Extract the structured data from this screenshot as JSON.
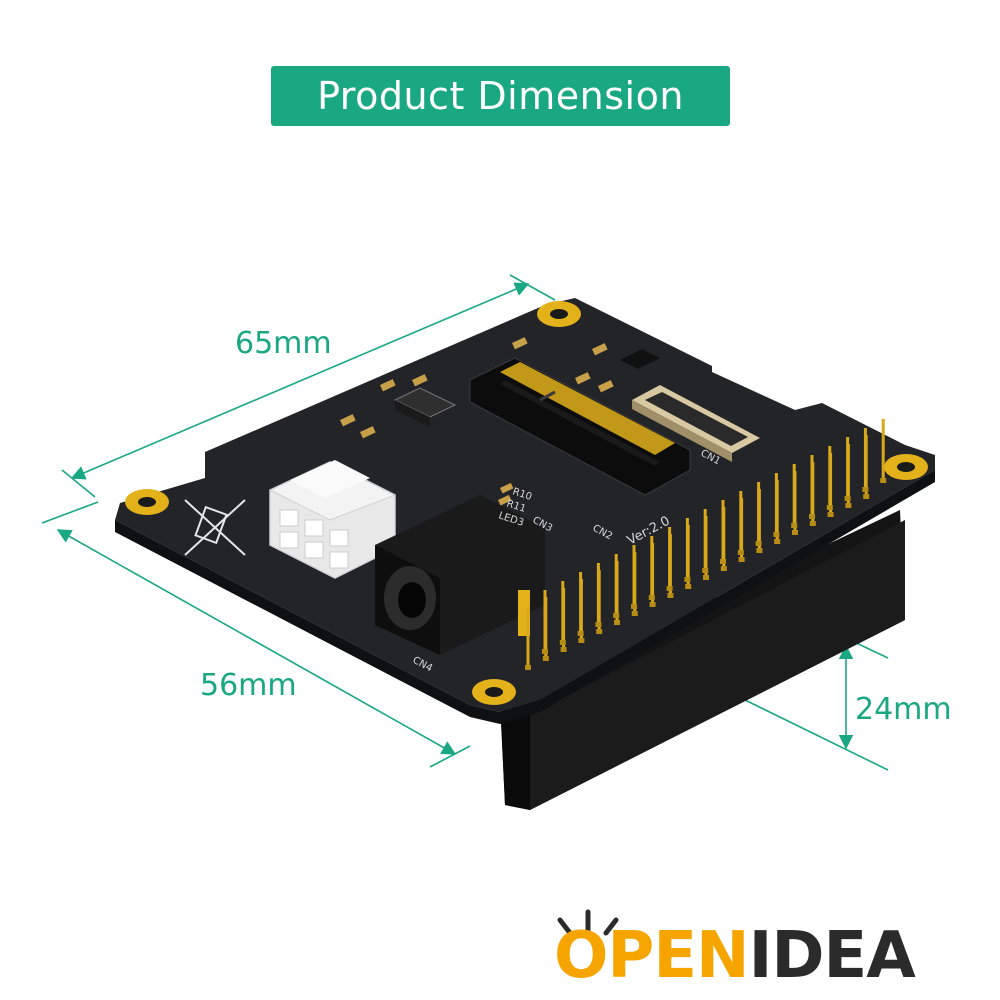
{
  "header": {
    "title": "Product Dimension"
  },
  "dimensions": {
    "length": "65mm",
    "width": "56mm",
    "height": "24mm"
  },
  "board": {
    "version": "Ver:2.0",
    "labels": [
      "CN1",
      "CN2",
      "CN3",
      "CN4",
      "R10",
      "R11",
      "LED3"
    ]
  },
  "logo": {
    "part1": "OPEN",
    "part2": "IDEA"
  },
  "colors": {
    "accent": "#1aa882",
    "board": "#1e1f22",
    "gold": "#e3b21b",
    "logo": "#f5a400"
  }
}
